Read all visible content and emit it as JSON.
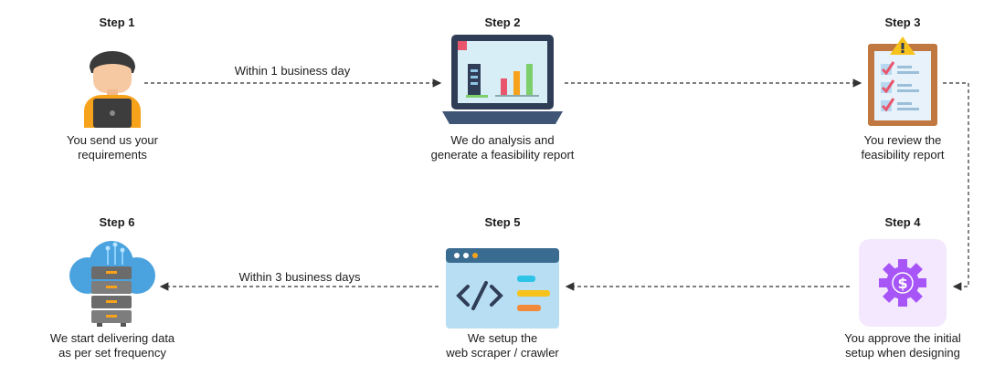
{
  "steps": [
    {
      "label": "Step  1",
      "caption_line1": "You send us your",
      "caption_line2": "requirements",
      "icon": "person-laptop-icon"
    },
    {
      "label": "Step  2",
      "caption_line1": "We do analysis and",
      "caption_line2": "generate a feasibility report",
      "icon": "laptop-chart-icon"
    },
    {
      "label": "Step 3",
      "caption_line1": "You review the",
      "caption_line2": "feasibility report",
      "icon": "clipboard-checklist-icon"
    },
    {
      "label": "Step 4",
      "caption_line1": "You approve the initial",
      "caption_line2": "setup when designing",
      "icon": "dollar-gear-icon"
    },
    {
      "label": "Step 5",
      "caption_line1": "We setup the",
      "caption_line2": "web scraper / crawler",
      "icon": "code-window-icon"
    },
    {
      "label": "Step 6",
      "caption_line1": "We start delivering data",
      "caption_line2": "as per set frequency",
      "icon": "cloud-server-icon"
    }
  ],
  "timings": {
    "step1_to_2": "Within 1 business day",
    "step5_to_6": "Within 3 business days"
  },
  "colors": {
    "arrow": "#333333",
    "accent_orange": "#f7a21b",
    "accent_purple": "#a855f7",
    "accent_blue": "#1f6fb2"
  }
}
